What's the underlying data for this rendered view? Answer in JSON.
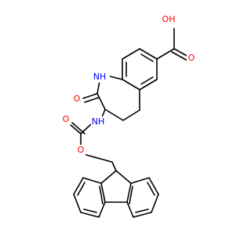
{
  "colors": {
    "bond": "#000000",
    "carbon": "#000000",
    "oxygen": "#ff0000",
    "nitrogen": "#0000ff"
  },
  "atoms": {
    "oh_top": "OH",
    "o_acid": "O",
    "nh_ring": "NH",
    "o_ring_carbonyl": "O",
    "nh_carbamate": "NH",
    "o_carbamate_carbonyl": "O",
    "o_carbamate_ester": "O"
  }
}
